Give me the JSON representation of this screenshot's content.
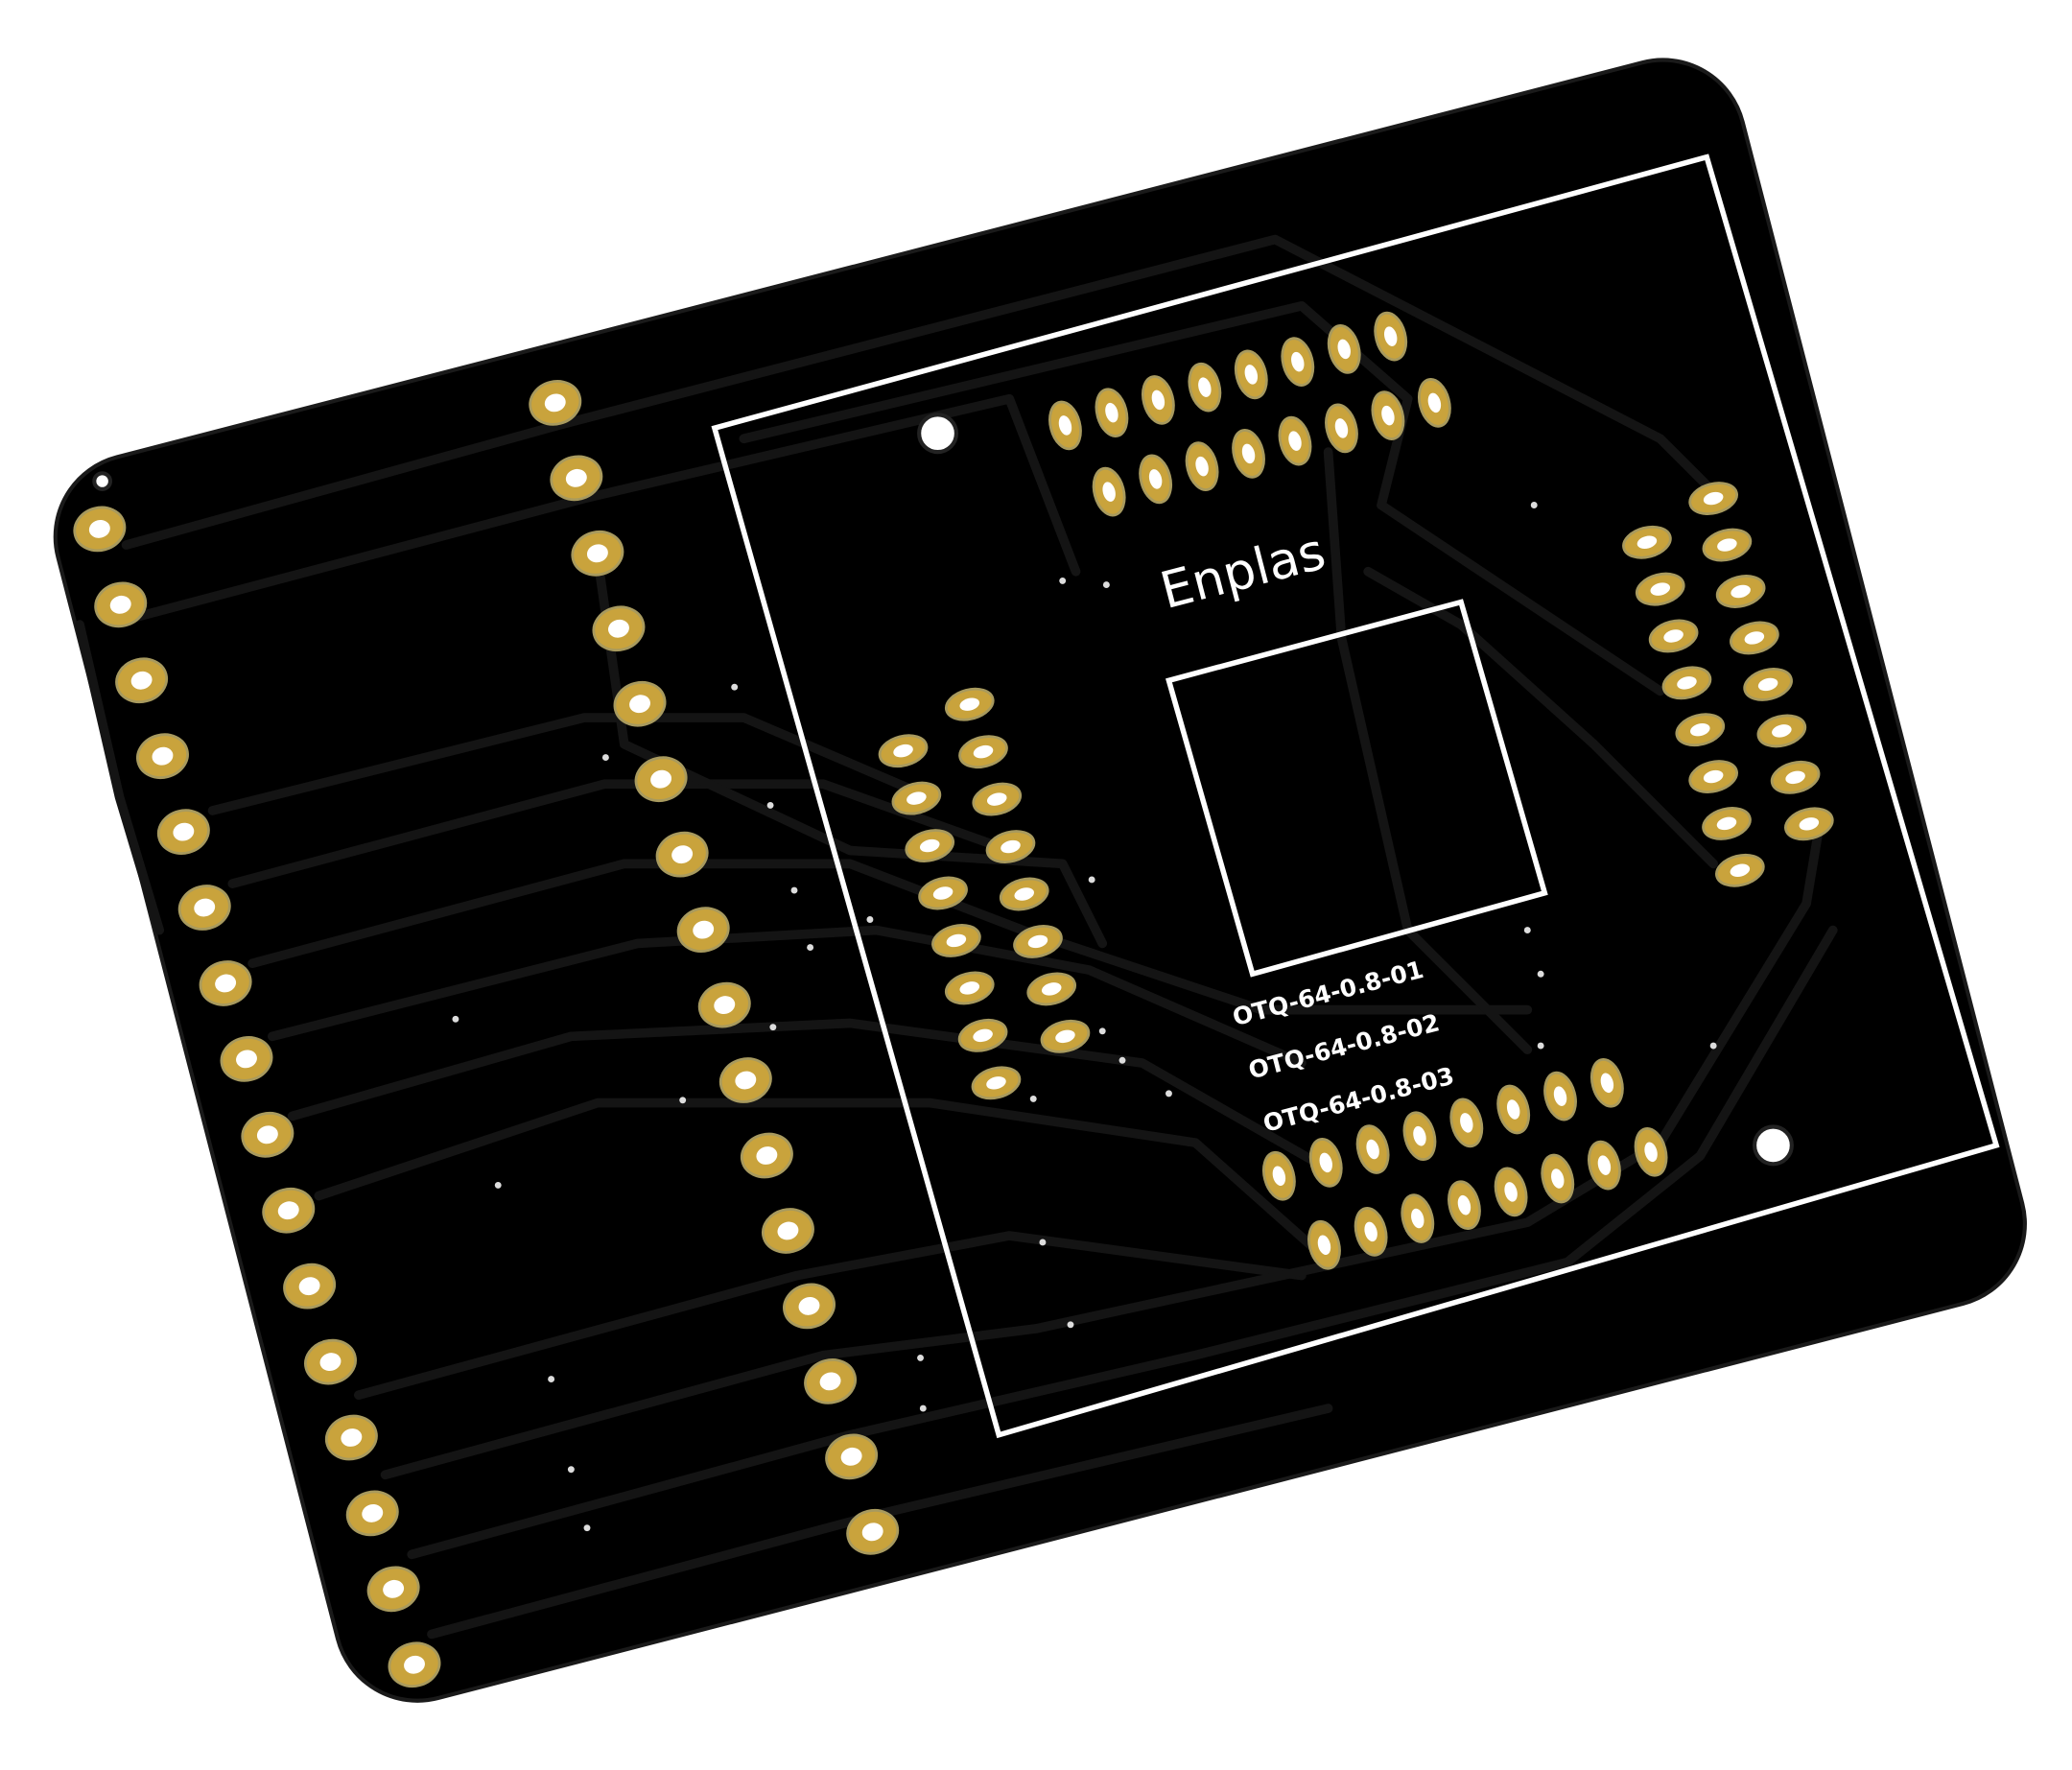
{
  "board": {
    "logo_text": "Enplas",
    "part_labels": [
      "OTQ-64-0.8-01",
      "OTQ-64-0.8-02",
      "OTQ-64-0.8-03"
    ],
    "colors": {
      "background": "#ffffff",
      "soldermask": "#000000",
      "trace": "#141414",
      "silkscreen": "#ffffff",
      "pad": "#c9a33c",
      "pad_rim": "#a89a5e"
    }
  }
}
